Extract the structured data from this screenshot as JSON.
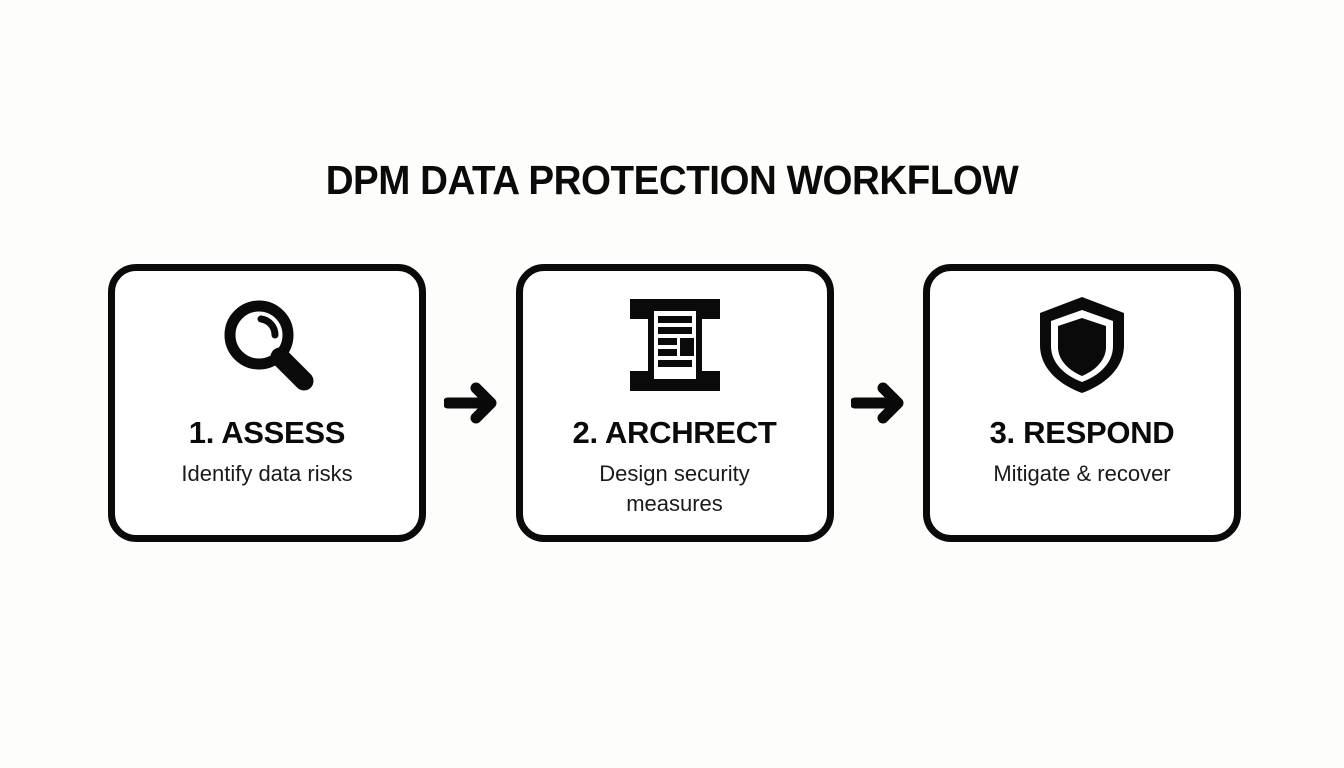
{
  "page": {
    "title": "DPM DATA PROTECTION WORKFLOW",
    "background_color": "#fdfdfc",
    "ink_color": "#0a0a0a"
  },
  "flow": {
    "arrow_label": "→",
    "steps": [
      {
        "icon": "magnifying-glass-icon",
        "heading": "1. ASSESS",
        "subtitle": "Identify data risks"
      },
      {
        "icon": "scroll-document-icon",
        "heading": "2. ARCHRECT",
        "subtitle": "Design security measures"
      },
      {
        "icon": "shield-icon",
        "heading": "3. RESPOND",
        "subtitle": "Mitigate & recover"
      }
    ]
  }
}
